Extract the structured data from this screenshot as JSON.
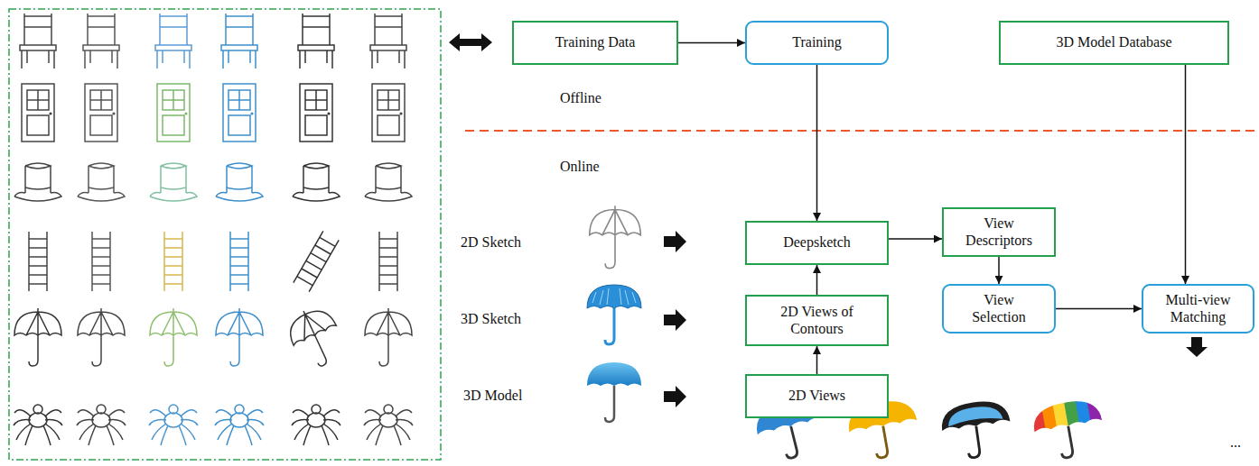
{
  "diagram": {
    "nodes": [
      {
        "text": [
          "Training Data"
        ]
      },
      {
        "text": [
          "Training"
        ]
      },
      {
        "text": [
          "3D Model Database"
        ]
      },
      {
        "text": [
          "Deepsketch"
        ]
      },
      {
        "text": [
          "View Descriptors"
        ]
      },
      {
        "text": [
          "2D Views of Contours"
        ]
      },
      {
        "text": [
          "View Selection"
        ]
      },
      {
        "text": [
          "Multi-view Matching"
        ]
      },
      {
        "text": [
          "2D Views"
        ]
      }
    ],
    "edges": [
      {
        "from": 0,
        "to": 1,
        "arrow": "to"
      },
      {
        "from": 1,
        "to": 3,
        "arrow": "to"
      },
      {
        "from": 2,
        "to": 7,
        "arrow": "to"
      },
      {
        "from": 3,
        "to": 4,
        "arrow": "to"
      },
      {
        "from": 4,
        "to": 6,
        "arrow": "to"
      },
      {
        "from": 6,
        "to": 7,
        "arrow": "to"
      },
      {
        "from": 5,
        "to": 3,
        "arrow": "to"
      },
      {
        "from": 8,
        "to": 5,
        "arrow": "to"
      }
    ],
    "labels": [
      "Offline",
      "Online",
      "2D Sketch",
      "3D Sketch",
      "3D Model",
      "..."
    ]
  }
}
